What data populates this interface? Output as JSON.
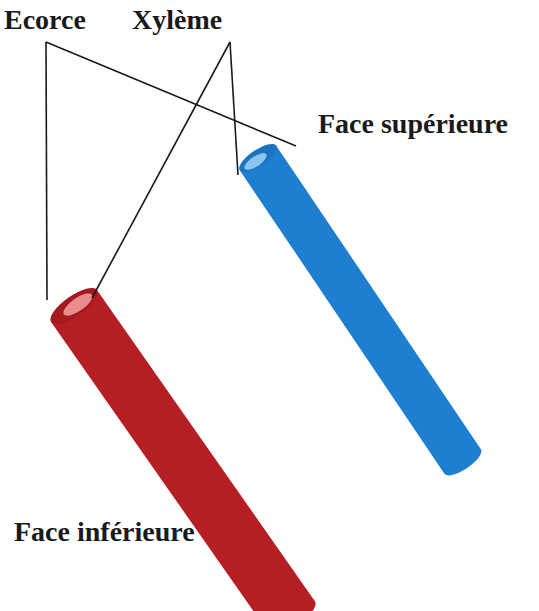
{
  "diagram": {
    "labels": [
      "Ecorce",
      "Xylème",
      "Face supérieure",
      "Face inférieure"
    ]
  }
}
